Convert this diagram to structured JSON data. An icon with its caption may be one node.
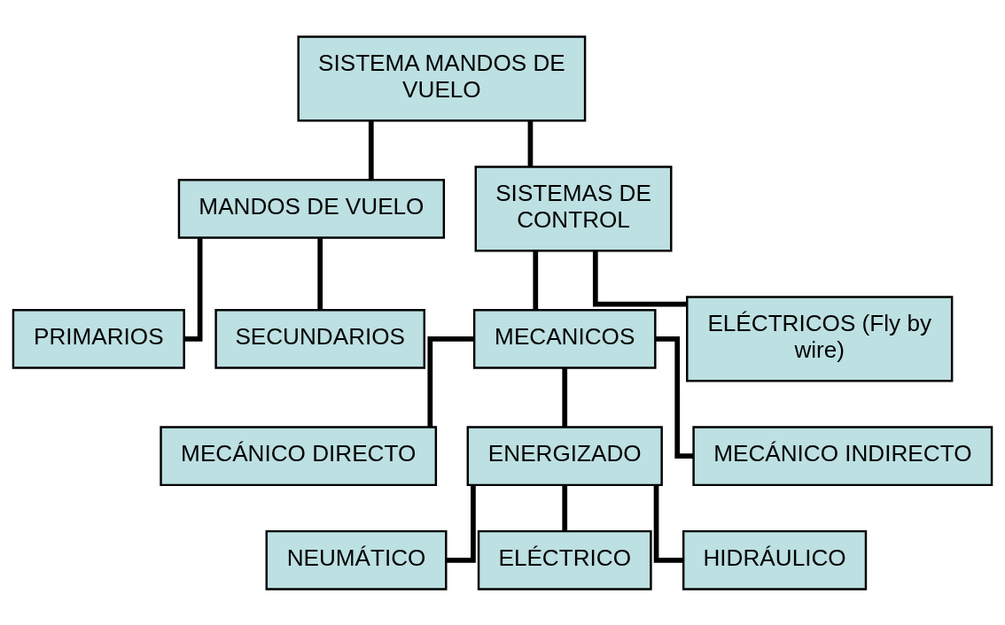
{
  "diagram": {
    "nodes": [
      {
        "text": [
          "SISTEMA MANDOS DE VUELO"
        ]
      },
      {
        "text": [
          "MANDOS DE VUELO"
        ]
      },
      {
        "text": [
          "SISTEMAS DE CONTROL"
        ]
      },
      {
        "text": [
          "PRIMARIOS"
        ]
      },
      {
        "text": [
          "SECUNDARIOS"
        ]
      },
      {
        "text": [
          "MECANICOS"
        ]
      },
      {
        "text": [
          "ELÉCTRICOS (Fly by wire)"
        ]
      },
      {
        "text": [
          "MECÁNICO DIRECTO"
        ]
      },
      {
        "text": [
          "ENERGIZADO"
        ]
      },
      {
        "text": [
          "MECÁNICO INDIRECTO"
        ]
      },
      {
        "text": [
          "NEUMÁTICO"
        ]
      },
      {
        "text": [
          "ELÉCTRICO"
        ]
      },
      {
        "text": [
          "HIDRÁULICO"
        ]
      }
    ],
    "edges": [
      {
        "from": 0,
        "to": 1,
        "arrow": "none"
      },
      {
        "from": 0,
        "to": 2,
        "arrow": "none"
      },
      {
        "from": 1,
        "to": 3,
        "arrow": "none"
      },
      {
        "from": 1,
        "to": 4,
        "arrow": "none"
      },
      {
        "from": 2,
        "to": 5,
        "arrow": "none"
      },
      {
        "from": 2,
        "to": 6,
        "arrow": "none"
      },
      {
        "from": 5,
        "to": 7,
        "arrow": "none"
      },
      {
        "from": 5,
        "to": 8,
        "arrow": "none"
      },
      {
        "from": 5,
        "to": 9,
        "arrow": "none"
      },
      {
        "from": 8,
        "to": 10,
        "arrow": "none"
      },
      {
        "from": 8,
        "to": 11,
        "arrow": "none"
      },
      {
        "from": 8,
        "to": 12,
        "arrow": "none"
      }
    ]
  }
}
